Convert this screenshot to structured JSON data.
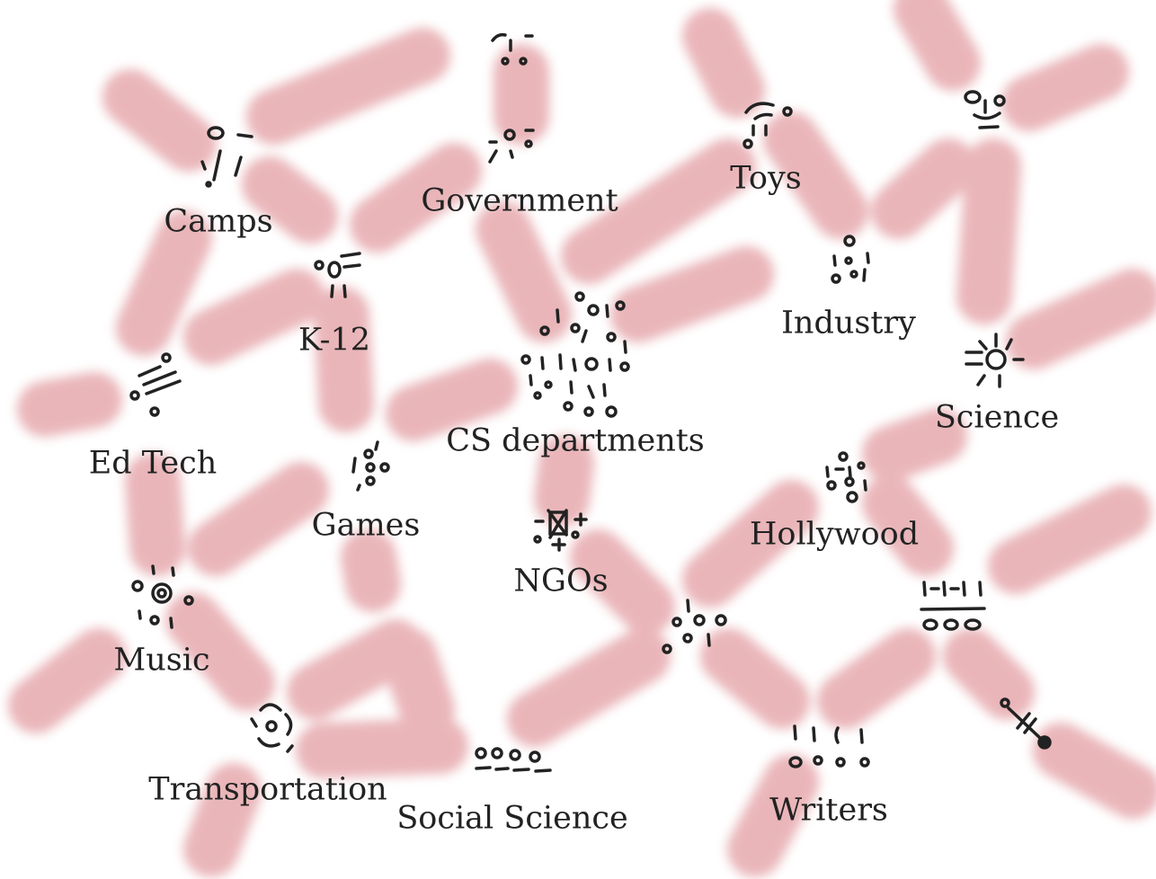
{
  "diagram": {
    "stroke_color": "#e6a9ad",
    "ink_color": "#222222",
    "background": "#ffffff",
    "nodes": [
      {
        "id": "camps",
        "label": "Camps",
        "icon": "camps-doodle-icon"
      },
      {
        "id": "k12",
        "label": "K-12",
        "icon": "k12-doodle-icon"
      },
      {
        "id": "edtech",
        "label": "Ed Tech",
        "icon": "edtech-doodle-icon"
      },
      {
        "id": "music",
        "label": "Music",
        "icon": "music-doodle-icon"
      },
      {
        "id": "transportation",
        "label": "Transportation",
        "icon": "transportation-doodle-icon"
      },
      {
        "id": "games",
        "label": "Games",
        "icon": "games-doodle-icon"
      },
      {
        "id": "government",
        "label": "Government",
        "icon": "government-doodle-icon"
      },
      {
        "id": "cs",
        "label": "CS departments",
        "icon": "cs-departments-doodle-icon"
      },
      {
        "id": "ngos",
        "label": "NGOs",
        "icon": "ngos-doodle-icon"
      },
      {
        "id": "social",
        "label": "Social Science",
        "icon": "social-science-doodle-icon"
      },
      {
        "id": "toys",
        "label": "Toys",
        "icon": "toys-doodle-icon"
      },
      {
        "id": "industry",
        "label": "Industry",
        "icon": "industry-doodle-icon"
      },
      {
        "id": "science",
        "label": "Science",
        "icon": "science-doodle-icon"
      },
      {
        "id": "hollywood",
        "label": "Hollywood",
        "icon": "hollywood-doodle-icon"
      },
      {
        "id": "writers",
        "label": "Writers",
        "icon": "writers-doodle-icon"
      }
    ]
  }
}
